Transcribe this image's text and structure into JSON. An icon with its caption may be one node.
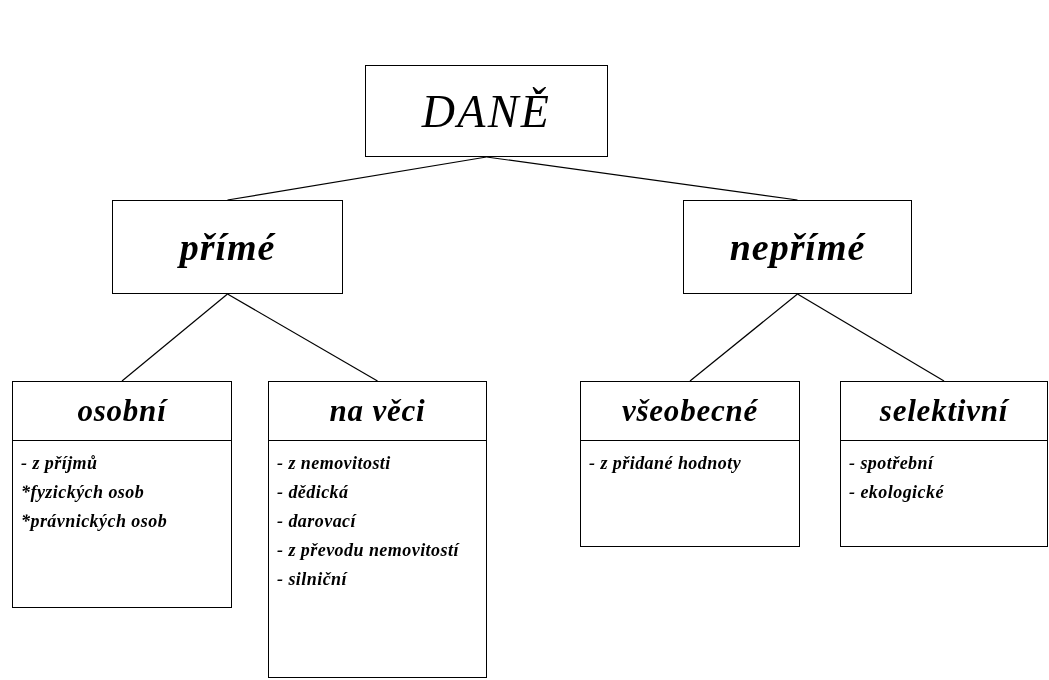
{
  "diagram": {
    "nodes": [
      {
        "text": [
          "DANĚ"
        ]
      },
      {
        "text": [
          "přímé"
        ]
      },
      {
        "text": [
          "nepřímé"
        ]
      },
      {
        "text": [
          "osobní",
          "- z příjmů",
          "*fyzických osob",
          "*právnických osob"
        ]
      },
      {
        "text": [
          "na věci",
          "- z nemovitosti",
          "- dědická",
          "- darovací",
          "- z převodu nemovitostí",
          "- silniční"
        ]
      },
      {
        "text": [
          "všeobecné",
          "- z přidané hodnoty"
        ]
      },
      {
        "text": [
          "selektivní",
          "- spotřební",
          "- ekologické"
        ]
      }
    ],
    "edges": [
      {
        "from": 0,
        "to": 1,
        "arrow": "none"
      },
      {
        "from": 0,
        "to": 2,
        "arrow": "none"
      },
      {
        "from": 1,
        "to": 3,
        "arrow": "none"
      },
      {
        "from": 1,
        "to": 4,
        "arrow": "none"
      },
      {
        "from": 2,
        "to": 5,
        "arrow": "none"
      },
      {
        "from": 2,
        "to": 6,
        "arrow": "none"
      }
    ]
  }
}
